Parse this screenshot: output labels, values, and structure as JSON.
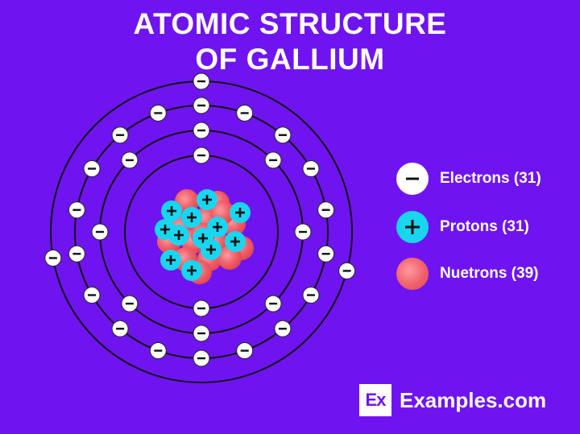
{
  "title": {
    "line1": "ATOMIC STRUCTURE",
    "line2": "OF GALLIUM"
  },
  "legend": {
    "electrons": {
      "symbol": "−",
      "label": "Electrons (31)",
      "color": "#ffffff"
    },
    "protons": {
      "symbol": "+",
      "label": "Protons (31)",
      "color": "#19d6f0"
    },
    "neutrons": {
      "label": "Nuetrons (39)",
      "color": "#f0606a"
    }
  },
  "shells": [
    {
      "electrons": 2
    },
    {
      "electrons": 8
    },
    {
      "electrons": 18
    },
    {
      "electrons": 3
    }
  ],
  "brand": {
    "logo": "Ex",
    "name": "Examples.com"
  },
  "colors": {
    "background": "#6f14f0",
    "orbit": "#111111",
    "electron": "#ffffff",
    "proton": "#19d6f0",
    "neutron": "#f0606a"
  }
}
